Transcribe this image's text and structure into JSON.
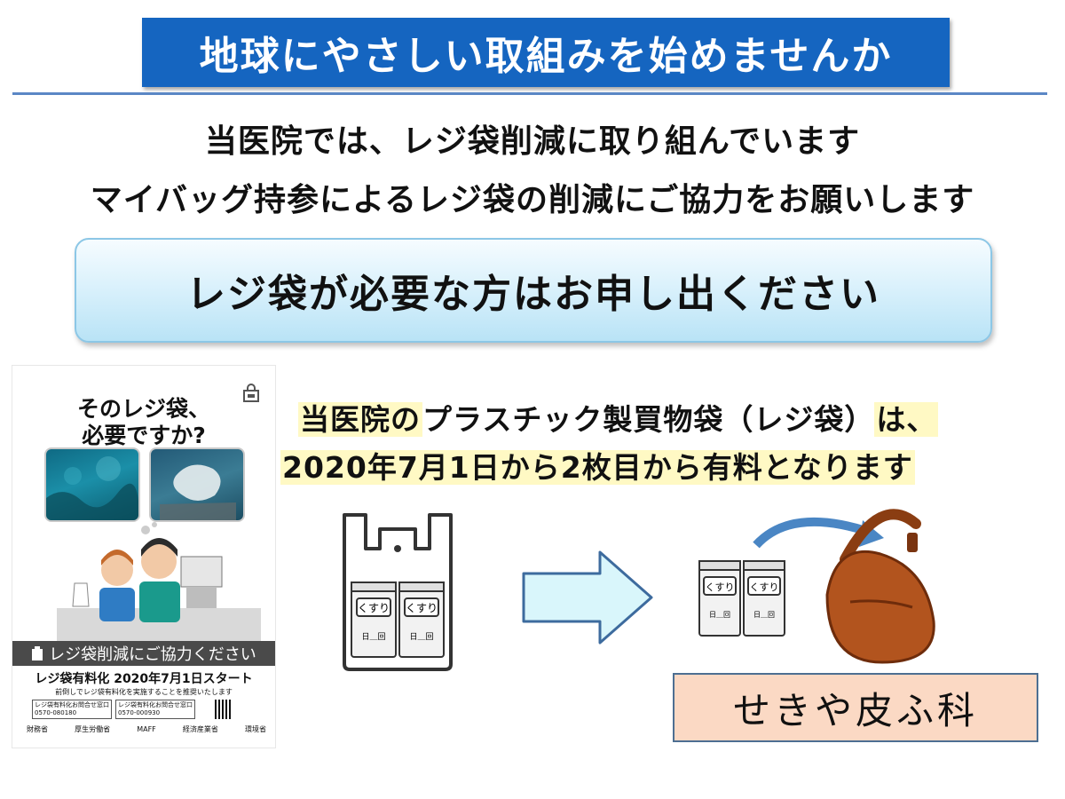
{
  "header": {
    "title": "地球にやさしい取組みを始めませんか"
  },
  "lead": {
    "line1": "当医院では、レジ袋削減に取り組んでいます",
    "line2": "マイバッグ持参によるレジ袋の削減にご協力をお願いします"
  },
  "request": {
    "text": "レジ袋が必要な方はお申し出ください"
  },
  "poster": {
    "heading_line1": "そのレジ袋、",
    "heading_line2": "必要ですか?",
    "band_text": "レジ袋削減にご協力ください",
    "subtitle": "レジ袋有料化 2020年7月1日スタート",
    "note": "前倒しでレジ袋有料化を実施することを推奨いたします",
    "contact1_label": "レジ袋有料化お問合せ窓口",
    "contact1_phone": "0570-080180",
    "contact2_label": "レジ袋有料化お問合せ窓口",
    "contact2_phone": "0570-000930",
    "org1": "財務省",
    "org2": "厚生労働省",
    "org3": "MAFF",
    "org4": "経済産業省",
    "org5": "環境省"
  },
  "notice": {
    "line1_hl1": "当医院の",
    "line1_mid": "プラスチック製買物袋（レジ袋）",
    "line1_hl2": "は、",
    "line2": "2020年7月1日から2枚目から有料となります"
  },
  "medicine_bag": {
    "label": "くすり",
    "day_text": "日＿回"
  },
  "clinic": {
    "name": "せきや皮ふ科"
  },
  "colors": {
    "title_bg": "#1565c0",
    "request_bg": "#d5effb",
    "highlight": "#fff9c4",
    "arrow_fill": "#d9f6fb",
    "handbag": "#b2541e",
    "clinic_bg": "#fbd9c4"
  }
}
